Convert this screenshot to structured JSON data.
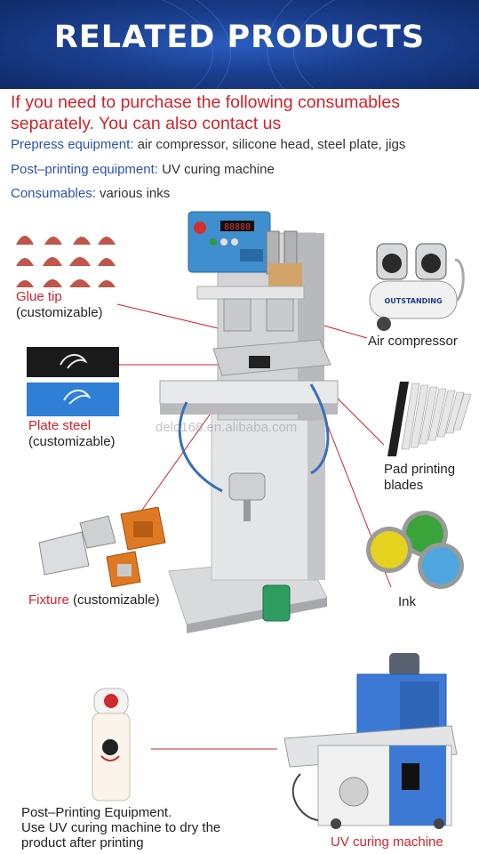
{
  "banner": {
    "title": "RELATED PRODUCTS"
  },
  "intro": {
    "line1": "If you need to purchase the following consumables",
    "line2": "separately. You can also contact us"
  },
  "info": [
    {
      "label": "Prepress equipment:",
      "text": " air compressor, silicone head, steel plate, jigs"
    },
    {
      "label": "Post–printing equipment:",
      "text": " UV curing machine"
    },
    {
      "label": "Consumables:",
      "text": " various inks"
    }
  ],
  "callouts": {
    "glue_tip": {
      "name": "Glue tip",
      "note": "(customizable)"
    },
    "plate_steel": {
      "name": "Plate steel",
      "note": "(customizable)"
    },
    "fixture": {
      "name": "Fixture",
      "note": " (customizable)"
    },
    "air_compressor": {
      "name": "Air compressor"
    },
    "blades": {
      "line1": "Pad printing",
      "line2": "blades"
    },
    "ink": {
      "name": "Ink"
    }
  },
  "machine": {
    "display": "88888"
  },
  "compressor_brand": "OUTSTANDING",
  "watermark": "delo168.en.alibaba.com",
  "bottom": {
    "line1": "Post–Printing Equipment.",
    "line2": "Use UV curing machine to dry the",
    "line3": "product after printing",
    "uv_label": "UV curing machine"
  },
  "colors": {
    "banner": "#1b3f8f",
    "accent_red": "#d3232a",
    "label_blue": "#2b52b0"
  }
}
